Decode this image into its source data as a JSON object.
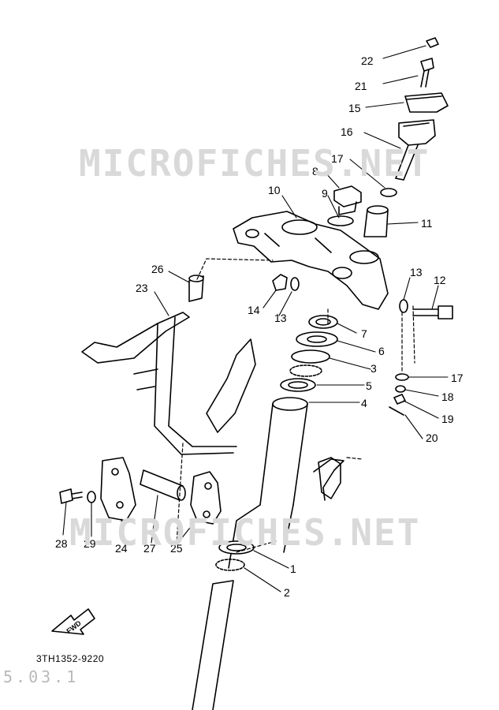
{
  "watermark": "MICROFICHES.NET",
  "part_code": "3TH1352-9220",
  "page_code": "5.03.1",
  "fwd_label": "FWD",
  "callouts": [
    {
      "id": "c22",
      "label": "22"
    },
    {
      "id": "c21",
      "label": "21"
    },
    {
      "id": "c15",
      "label": "15"
    },
    {
      "id": "c16",
      "label": "16"
    },
    {
      "id": "c17a",
      "label": "17"
    },
    {
      "id": "c8",
      "label": "8"
    },
    {
      "id": "c10",
      "label": "10"
    },
    {
      "id": "c9",
      "label": "9"
    },
    {
      "id": "c11",
      "label": "11"
    },
    {
      "id": "c26",
      "label": "26"
    },
    {
      "id": "c13a",
      "label": "13"
    },
    {
      "id": "c12",
      "label": "12"
    },
    {
      "id": "c23",
      "label": "23"
    },
    {
      "id": "c14",
      "label": "14"
    },
    {
      "id": "c13b",
      "label": "13"
    },
    {
      "id": "c7",
      "label": "7"
    },
    {
      "id": "c6",
      "label": "6"
    },
    {
      "id": "c3",
      "label": "3"
    },
    {
      "id": "c17b",
      "label": "17"
    },
    {
      "id": "c5",
      "label": "5"
    },
    {
      "id": "c18",
      "label": "18"
    },
    {
      "id": "c4",
      "label": "4"
    },
    {
      "id": "c19",
      "label": "19"
    },
    {
      "id": "c20",
      "label": "20"
    },
    {
      "id": "c1",
      "label": "1"
    },
    {
      "id": "c2",
      "label": "2"
    },
    {
      "id": "c28",
      "label": "28"
    },
    {
      "id": "c29",
      "label": "29"
    },
    {
      "id": "c24",
      "label": "24"
    },
    {
      "id": "c27",
      "label": "27"
    },
    {
      "id": "c25",
      "label": "25"
    }
  ]
}
